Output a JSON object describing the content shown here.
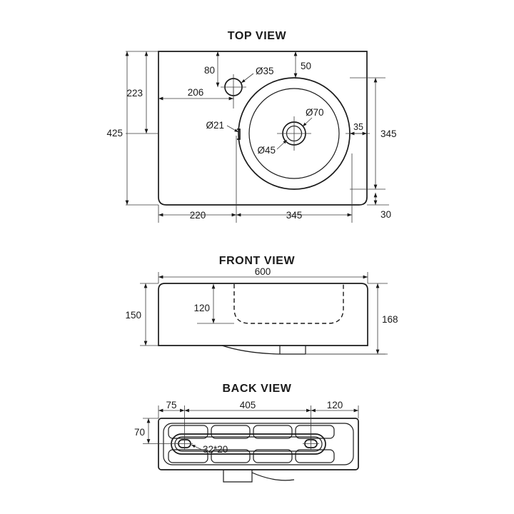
{
  "drawing": {
    "subject": "wall-hung-basin-technical-drawing",
    "line_color": "#1a1a1a",
    "background": "#ffffff",
    "units": "mm"
  },
  "views": {
    "top": {
      "title": "TOP VIEW",
      "dimensions": {
        "overall_depth": "425",
        "tap_hole_from_back": "223",
        "tap_hole_offset": "80",
        "tap_hole_from_left": "206",
        "tap_hole_dia": "Ø35",
        "bowl_from_back": "50",
        "overflow_dia": "Ø21",
        "waste_outer_dia": "Ø70",
        "waste_inner_dia": "Ø45",
        "bowl_from_right": "35",
        "bowl_depth": "345",
        "left_flat": "220",
        "bowl_width": "345",
        "right_edge": "30"
      }
    },
    "front": {
      "title": "FRONT VIEW",
      "dimensions": {
        "overall_width": "600",
        "front_height": "150",
        "bowl_depth": "120",
        "back_height": "168"
      }
    },
    "back": {
      "title": "BACK VIEW",
      "dimensions": {
        "left_offset": "75",
        "bracket_centres": "405",
        "right_offset": "120",
        "slot_from_top": "70",
        "slot_size": "32*20"
      }
    }
  }
}
